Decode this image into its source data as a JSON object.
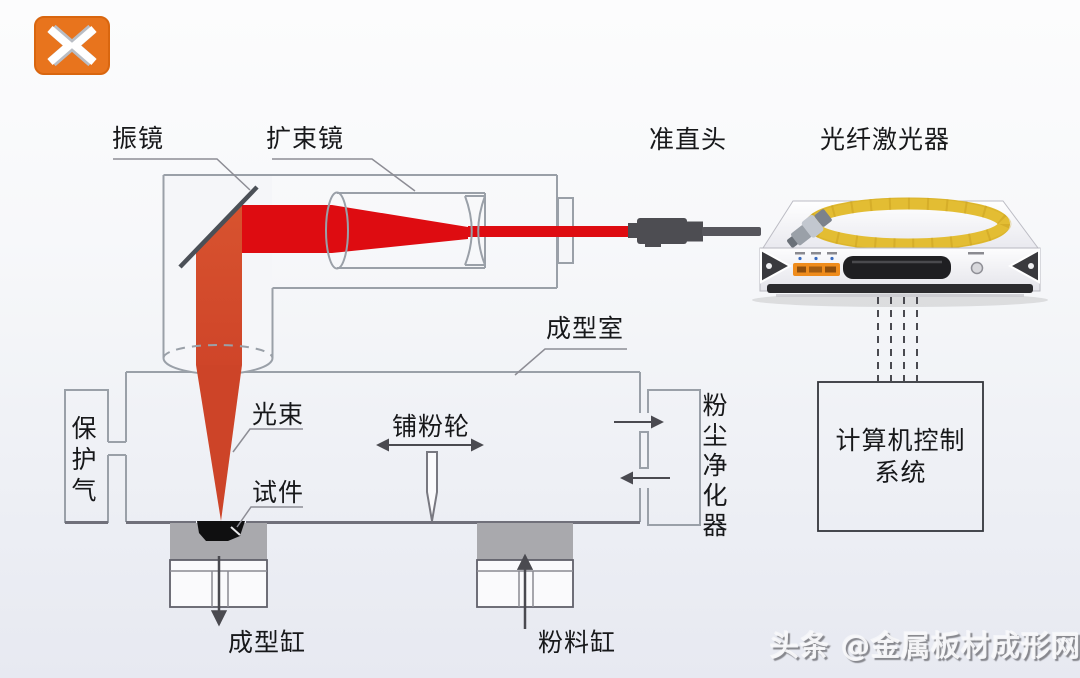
{
  "labels": {
    "galvo_mirror": "振镜",
    "beam_expander": "扩束镜",
    "collimator_head": "准直头",
    "fiber_laser": "光纤激光器",
    "forming_chamber": "成型室",
    "light_beam": "光束",
    "specimen": "试件",
    "powder_spreading_wheel": "铺粉轮",
    "dust_purifier": "粉尘净化器",
    "protective_gas": "保护气",
    "computer_control_line1": "计算机控制",
    "computer_control_line2": "系统",
    "forming_cylinder": "成型缸",
    "powder_cylinder": "粉料缸"
  },
  "watermark": "头条 @金属板材成形网",
  "icons": {
    "logo": "double-chevron-icon"
  },
  "colors": {
    "logo_orange": "#e8741d",
    "beam_red": "#de0c11",
    "beam_reflected_red": "#d5502e",
    "fiber_yellow": "#e3bd33",
    "outline_gray": "#9aa0a8",
    "text_dark": "#17181a"
  }
}
